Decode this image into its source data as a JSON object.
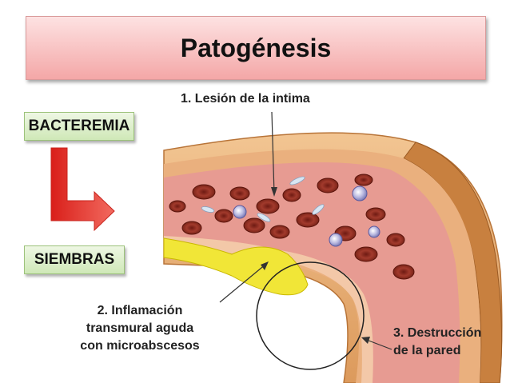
{
  "title": "Patogénesis",
  "boxes": {
    "bacteremia": "BACTEREMIA",
    "siembras": "SIEMBRAS"
  },
  "labels": {
    "lesion": "1.  Lesión de la intima",
    "inflamacion": [
      "2. Inflamación",
      "transmural aguda",
      "con microabscesos"
    ],
    "destruccion": [
      "3. Destrucción",
      "de la pared"
    ]
  },
  "colors": {
    "banner": "#f4a7a7",
    "box_fill": "#cfe8b7",
    "arrow": "#e8312b",
    "vessel_wall": "#e3a56a",
    "lumen": "#e9a39a",
    "blood_cell": "#9e3326",
    "plaque": "#f1e637"
  }
}
